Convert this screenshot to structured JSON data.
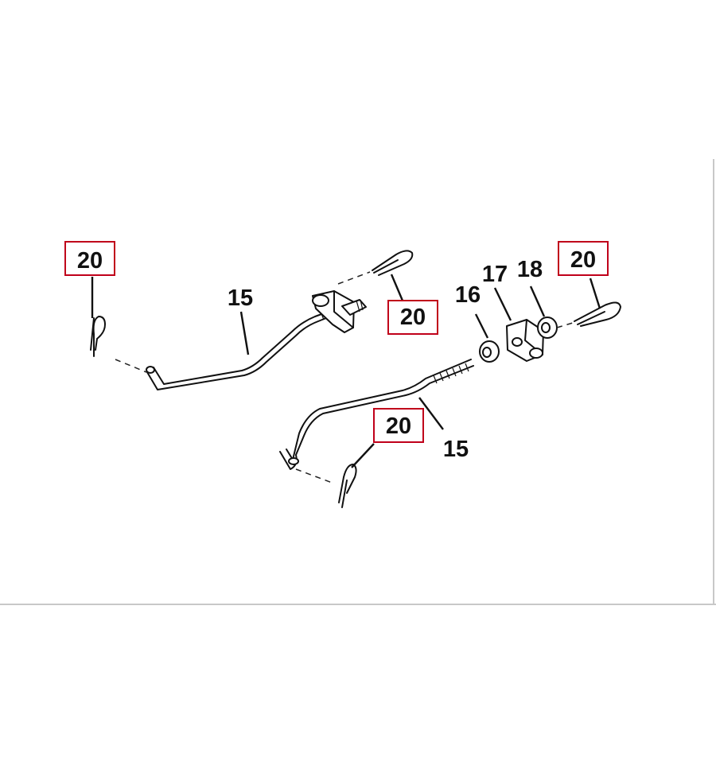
{
  "callouts": {
    "clip_top_left": "20",
    "clip_mid": "20",
    "clip_top_right": "20",
    "clip_lower": "20",
    "rod_upper": "15",
    "rod_lower": "15",
    "nut_16": "16",
    "block_17": "17",
    "nut_18": "18"
  },
  "colors": {
    "highlight_box": "#c0001a",
    "line_art": "#111111",
    "frame": "#c8c8c8"
  }
}
